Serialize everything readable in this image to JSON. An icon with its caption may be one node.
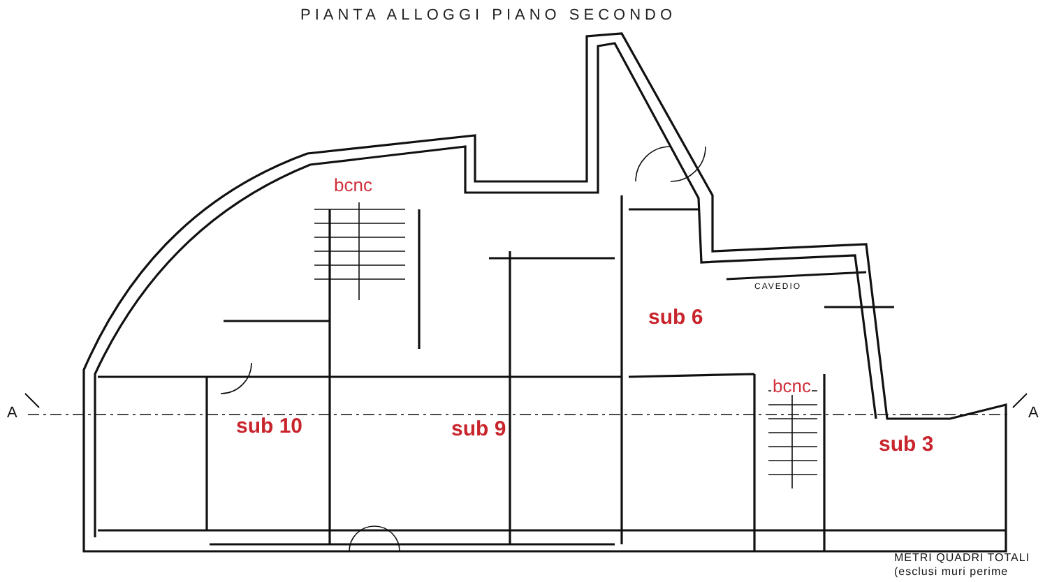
{
  "diagram": {
    "title": "PIANTA ALLOGGI PIANO SECONDO",
    "labels": [
      "bcnc",
      "sub 6",
      "CAVEDIO",
      "sub 10",
      "sub 9",
      "bcnc",
      "sub 3",
      "A",
      "A",
      "METRI QUADRI TOTALI",
      "(esclusi muri perime"
    ]
  }
}
